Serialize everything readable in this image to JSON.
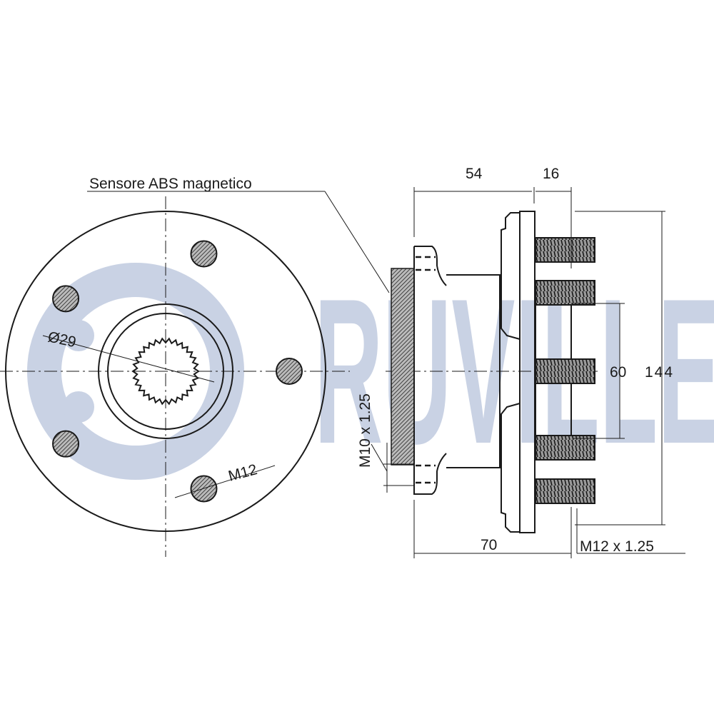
{
  "watermark": {
    "brand": "RUVILLE",
    "color": "#c9d2e4"
  },
  "front_view": {
    "sensor_label": "Sensore ABS magnetico",
    "bore_diameter_label": "Ø29",
    "bolt_thread_label": "M12",
    "bolt_count": 5,
    "spline_teeth": 30
  },
  "side_view": {
    "dim_hub_length": "54",
    "dim_flange_thickness": "16",
    "dim_pilot_diameter": "60",
    "dim_flange_diameter": "144",
    "dim_total_length": "70",
    "stud_thread_label": "M12 x 1.25",
    "mount_thread_label": "M10 x 1.25"
  },
  "colors": {
    "line": "#1a1a1a",
    "hatch_fill": "#666666"
  }
}
